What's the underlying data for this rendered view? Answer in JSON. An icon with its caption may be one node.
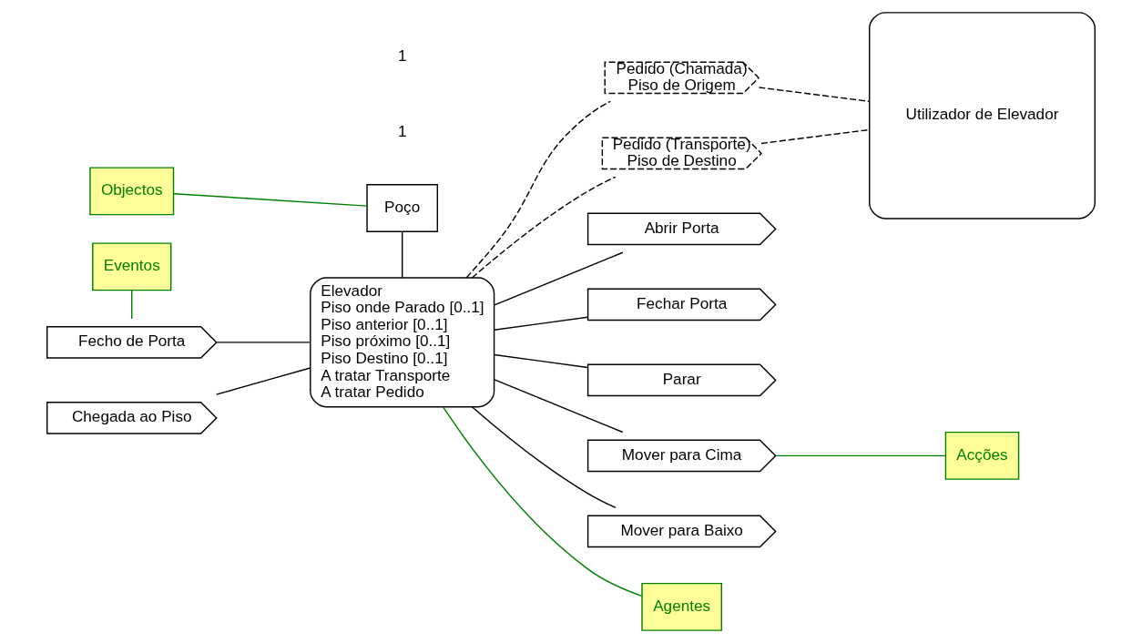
{
  "diagram": {
    "nodes": [
      {
        "text": [
          "Poço"
        ]
      },
      {
        "text": [
          "Elevador",
          "Piso onde Parado [0..1]",
          "Piso anterior [0..1]",
          "Piso próximo [0..1]",
          "Piso Destino [0..1]",
          "A tratar Transporte",
          "A tratar Pedido"
        ]
      },
      {
        "text": [
          "Utilizador de Elevador"
        ]
      },
      {
        "text": [
          "Pedido (Chamada)",
          "Piso de Origem"
        ]
      },
      {
        "text": [
          "Pedido (Transporte)",
          "Piso de Destino"
        ]
      },
      {
        "text": [
          "Fecho de Porta"
        ]
      },
      {
        "text": [
          "Chegada ao Piso"
        ]
      },
      {
        "text": [
          "Abrir Porta"
        ]
      },
      {
        "text": [
          "Fechar Porta"
        ]
      },
      {
        "text": [
          "Parar"
        ]
      },
      {
        "text": [
          "Mover para Cima"
        ]
      },
      {
        "text": [
          "Mover para Baixo"
        ]
      },
      {
        "text": [
          "Objectos"
        ]
      },
      {
        "text": [
          "Agentes"
        ]
      },
      {
        "text": [
          "Eventos"
        ]
      },
      {
        "text": [
          "Acções"
        ]
      }
    ],
    "edges": [
      {
        "from": 0,
        "to": 1,
        "arrow": "none"
      },
      {
        "from": 1,
        "to": 3,
        "arrow": "none",
        "style": "dashed"
      },
      {
        "from": 3,
        "to": 2,
        "arrow": "none",
        "style": "dashed"
      },
      {
        "from": 1,
        "to": 4,
        "arrow": "none",
        "style": "dashed"
      },
      {
        "from": 4,
        "to": 2,
        "arrow": "none",
        "style": "dashed"
      },
      {
        "from": 5,
        "to": 1,
        "arrow": "none"
      },
      {
        "from": 6,
        "to": 1,
        "arrow": "none"
      },
      {
        "from": 1,
        "to": 7,
        "arrow": "none"
      },
      {
        "from": 1,
        "to": 8,
        "arrow": "none"
      },
      {
        "from": 1,
        "to": 9,
        "arrow": "none"
      },
      {
        "from": 1,
        "to": 10,
        "arrow": "none"
      },
      {
        "from": 1,
        "to": 11,
        "arrow": "none"
      },
      {
        "from": 12,
        "to": 0,
        "arrow": "none",
        "color": "#008000"
      },
      {
        "from": 13,
        "to": 1,
        "arrow": "none",
        "color": "#008000"
      },
      {
        "from": 14,
        "to": 5,
        "arrow": "none",
        "color": "#008000"
      },
      {
        "from": 15,
        "to": 10,
        "arrow": "none",
        "color": "#008000"
      }
    ],
    "labels": [
      "1",
      "1"
    ]
  }
}
